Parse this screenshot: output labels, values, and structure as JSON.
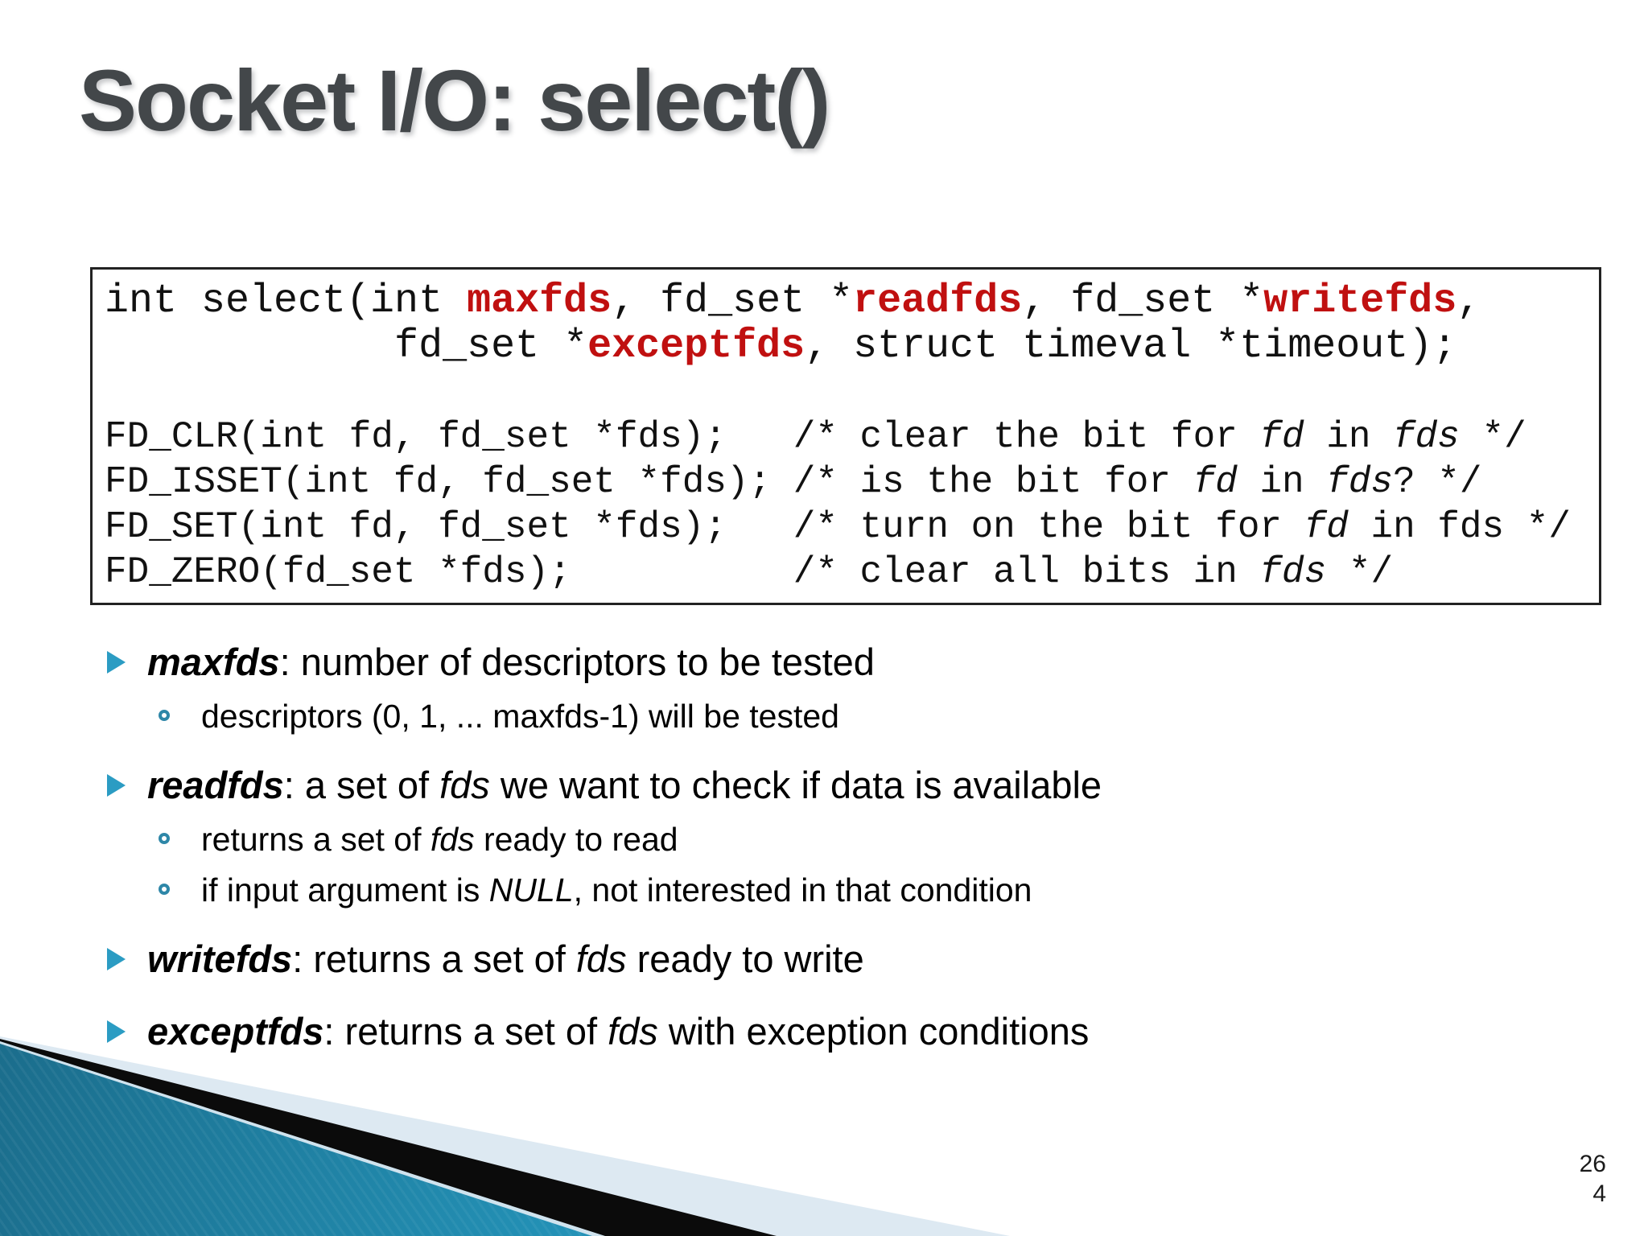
{
  "slide": {
    "title": "Socket I/O: select()",
    "page_number": [
      "26",
      "4"
    ],
    "accent_teal": "#2b9cc3",
    "code_red": "#c01010",
    "title_gray": "#43474a",
    "swoosh_pale": "#dde9f2",
    "swoosh_black": "#0b0b0b",
    "swoosh_teal": "#2391b6"
  },
  "code": {
    "sig1": {
      "s0": "int select(int ",
      "s1": "maxfds",
      "s2": ", fd_set *",
      "s3": "readfds",
      "s4": ", fd_set *",
      "s5": "writefds",
      "s6": ","
    },
    "sig2": {
      "s0": "            fd_set *",
      "s1": "exceptfds",
      "s2": ", struct timeval *timeout);"
    },
    "blank": "",
    "clr": {
      "s0": "FD_CLR(int fd, fd_set *fds);   /* clear the bit for ",
      "s1": "fd",
      "s2": " in ",
      "s3": "fds",
      "s4": " */"
    },
    "isset": {
      "s0": "FD_ISSET(int fd, fd_set *fds); /* is the bit for ",
      "s1": "fd",
      "s2": " in ",
      "s3": "fds",
      "s4": "? */"
    },
    "set": {
      "s0": "FD_SET(int fd, fd_set *fds);   /* turn on the bit for ",
      "s1": "fd",
      "s2": " in fds */"
    },
    "zero": {
      "s0": "FD_ZERO(fd_set *fds);          /* clear all bits in ",
      "s1": "fds",
      "s2": " */"
    }
  },
  "bullets": {
    "b1": {
      "term": "maxfds",
      "rest": ": number of descriptors to be tested"
    },
    "b1s1": {
      "text": "descriptors (0, 1, ... maxfds-1) will be tested"
    },
    "b2": {
      "term": "readfds",
      "mid": ": a set of ",
      "i": "fds",
      "rest": " we want to check if data is available"
    },
    "b2s1": {
      "pre": "returns a set of ",
      "i": "fds",
      "rest": " ready to read"
    },
    "b2s2": {
      "pre": "if input argument is ",
      "i": "NULL",
      "rest": ", not interested in that condition"
    },
    "b3": {
      "term": "writefds",
      "mid": ": returns a set of ",
      "i": "fds",
      "rest": " ready to write"
    },
    "b4": {
      "term": "exceptfds",
      "mid": ": returns a set of ",
      "i": "fds",
      "rest": " with exception conditions"
    }
  }
}
